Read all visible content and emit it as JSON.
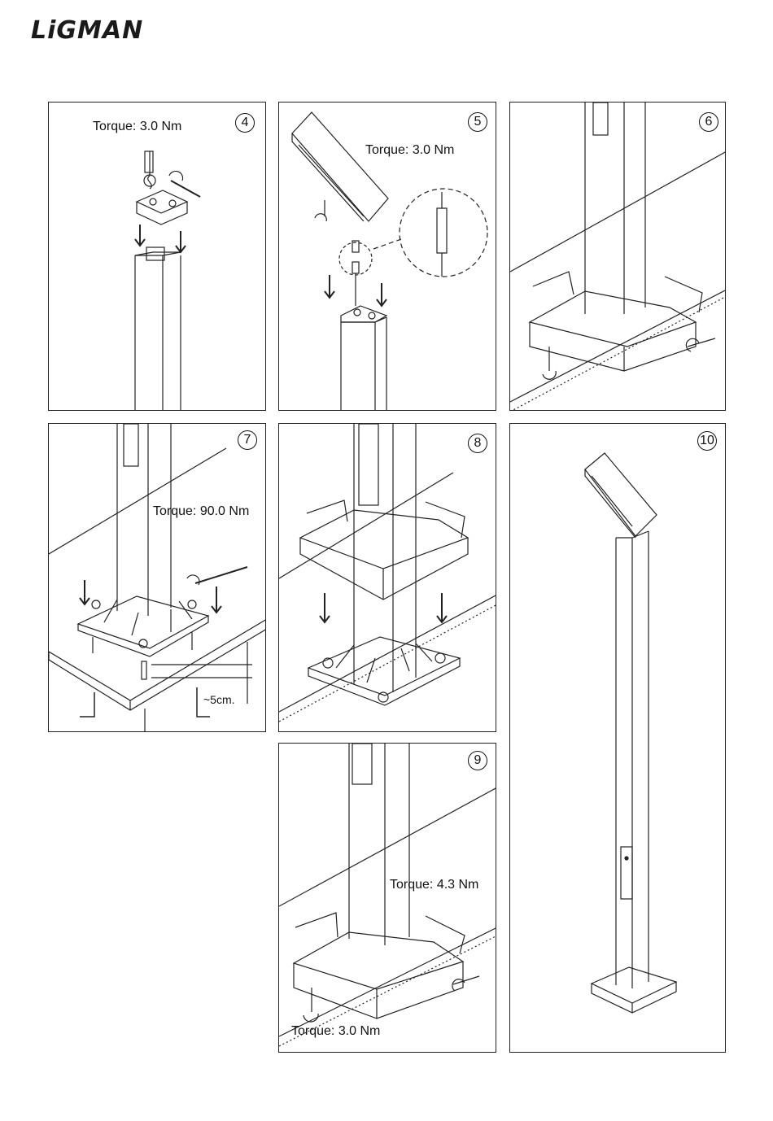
{
  "brand": "LiGMAN",
  "steps": {
    "s4": {
      "num": "4",
      "torque": "Torque: 3.0 Nm"
    },
    "s5": {
      "num": "5",
      "torque": "Torque: 3.0 Nm"
    },
    "s6": {
      "num": "6"
    },
    "s7": {
      "num": "7",
      "torque": "Torque: 90.0 Nm",
      "dimension": "~5cm."
    },
    "s8": {
      "num": "8"
    },
    "s9": {
      "num": "9",
      "torque_upper": "Torque: 4.3 Nm",
      "torque_lower": "Torque: 3.0 Nm"
    },
    "s10": {
      "num": "10"
    }
  }
}
